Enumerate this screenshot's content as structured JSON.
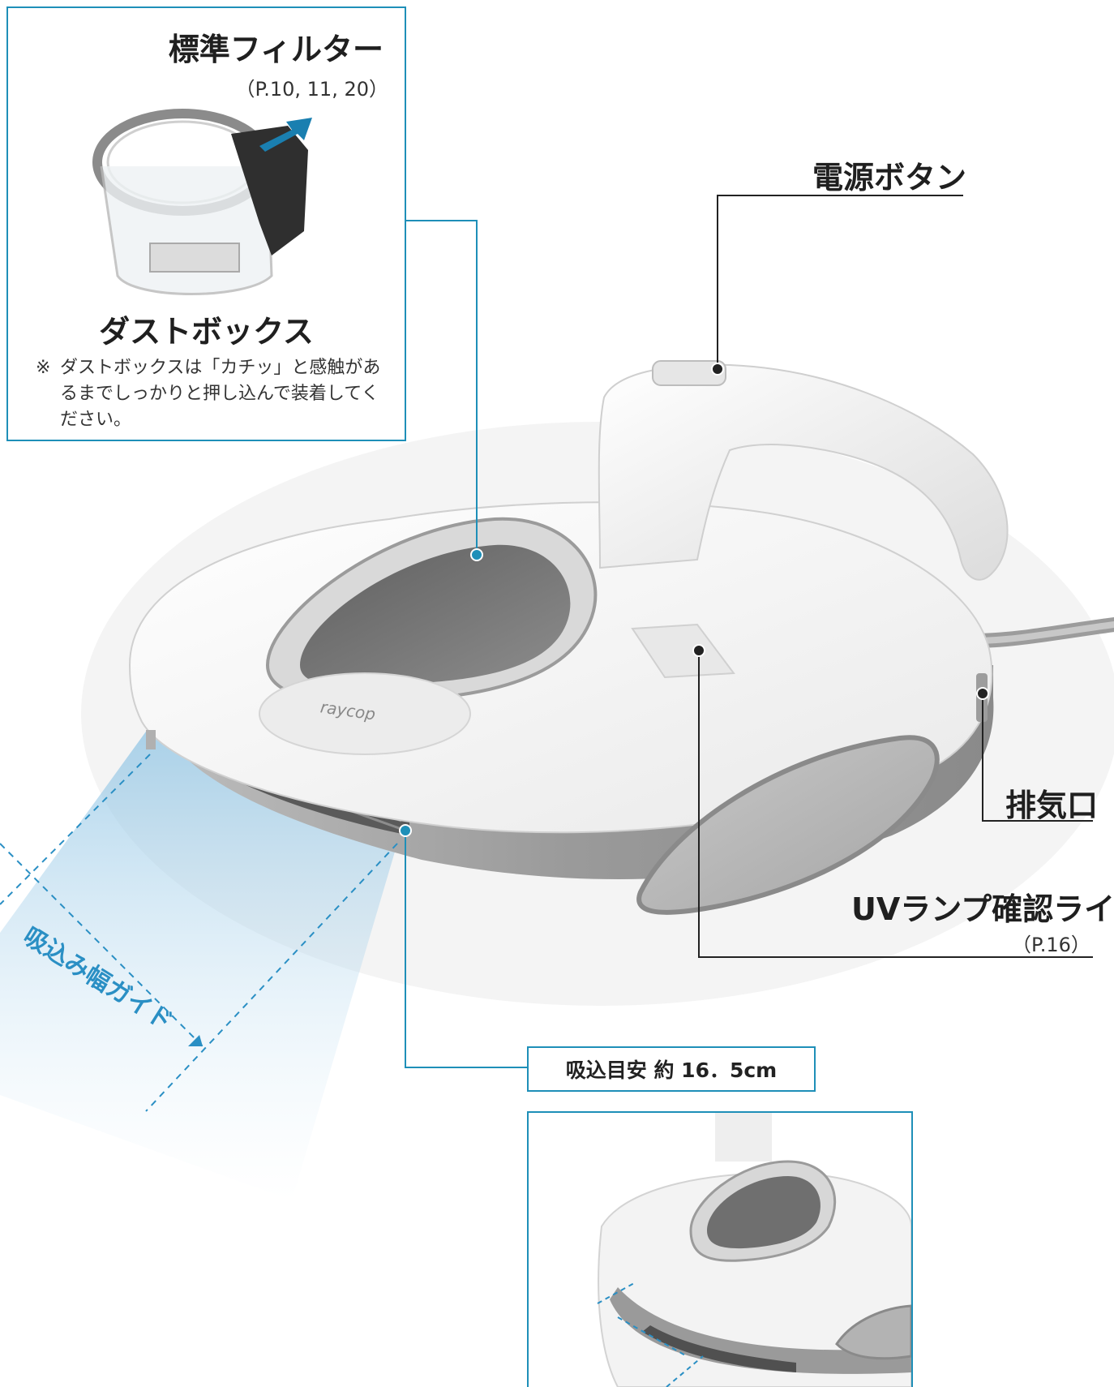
{
  "labels": {
    "standard_filter": "標準フィルター",
    "standard_filter_ref": "（P.10, 11, 20）",
    "dust_box": "ダストボックス",
    "dust_box_note_mark": "※",
    "dust_box_note": "ダストボックスは「カチッ」と感触があるまでしっかりと押し込んで装着してください。",
    "power_button": "電源ボタン",
    "exhaust": "排気口",
    "uv_lamp_light": "UVランプ確認ライト",
    "uv_lamp_ref": "（P.16）",
    "suction_width_guide": "吸込み幅ガイド",
    "suction_measure": "吸込目安 約 16．5cm"
  },
  "brand": {
    "logo_text": "raycop"
  },
  "colors": {
    "callout_line_blue": "#1e8fb8",
    "callout_line_dark": "#222222",
    "guide_blue": "#2a8fc4",
    "body_white": "#f7f7f7",
    "body_gray": "#9a9a9a"
  },
  "icons": {
    "filter_arrow": "arrow-up-right-icon",
    "callout_dot": "dot-icon"
  }
}
